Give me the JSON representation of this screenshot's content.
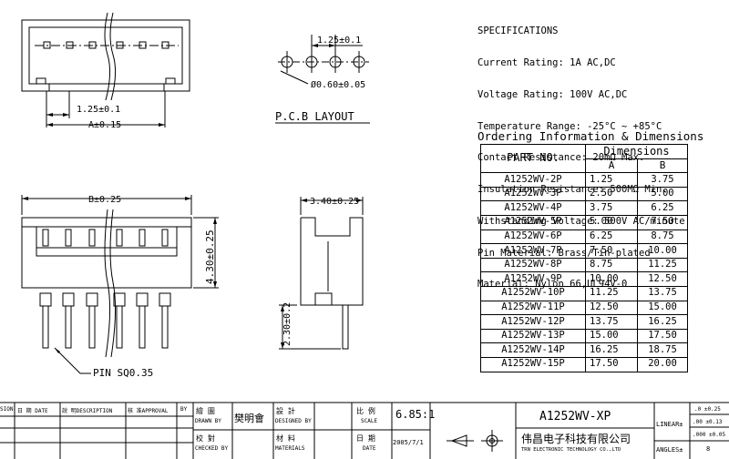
{
  "specifications": {
    "title": "SPECIFICATIONS",
    "lines": [
      "Current Rating: 1A AC,DC",
      "Voltage Rating: 100V AC,DC",
      "Temperature Range: -25°C ~ +85°C",
      "Contact Resistance: 20mΩ Max.",
      "Insulation Resistance: 500MΩ Min.",
      "Withstanding Voltage: 500V AC/minute",
      "Pin Material: Brass/Tin-plated",
      "Material: Nylon 66,UL94V-0"
    ]
  },
  "ordering": {
    "title": "Ordering Information & Dimensions",
    "col_part": "PART NO.",
    "col_dims": "Dimensions",
    "col_a": "A",
    "col_b": "B",
    "rows": [
      {
        "part": "A1252WV-2P",
        "a": "1.25",
        "b": "3.75"
      },
      {
        "part": "A1252WV-3P",
        "a": "2.50",
        "b": "5.00"
      },
      {
        "part": "A1252WV-4P",
        "a": "3.75",
        "b": "6.25"
      },
      {
        "part": "A1252WV-5P",
        "a": "5.00",
        "b": "7.50"
      },
      {
        "part": "A1252WV-6P",
        "a": "6.25",
        "b": "8.75"
      },
      {
        "part": "A1252WV-7P",
        "a": "7.50",
        "b": "10.00"
      },
      {
        "part": "A1252WV-8P",
        "a": "8.75",
        "b": "11.25"
      },
      {
        "part": "A1252WV-9P",
        "a": "10.00",
        "b": "12.50"
      },
      {
        "part": "A1252WV-10P",
        "a": "11.25",
        "b": "13.75"
      },
      {
        "part": "A1252WV-11P",
        "a": "12.50",
        "b": "15.00"
      },
      {
        "part": "A1252WV-12P",
        "a": "13.75",
        "b": "16.25"
      },
      {
        "part": "A1252WV-13P",
        "a": "15.00",
        "b": "17.50"
      },
      {
        "part": "A1252WV-14P",
        "a": "16.25",
        "b": "18.75"
      },
      {
        "part": "A1252WV-15P",
        "a": "17.50",
        "b": "20.00"
      }
    ]
  },
  "drawing": {
    "pitch_top": "1.25±0.1",
    "a_dim": "A±0.15",
    "pitch_pcb": "1.25±0.1",
    "hole_dia": "Ø0.60±0.05",
    "pcb_layout": "P.C.B LAYOUT",
    "b_dim": "B±0.25",
    "height_dim": "4.30±0.25",
    "width_dim": "3.40±0.25",
    "pin_len_dim": "2.30±0.2",
    "pin_label": "PIN SQ0.35"
  },
  "title_block": {
    "rev_header": "SION",
    "date_header": "日 期 DATE",
    "desc_header": "說 明DESCRIPTION",
    "approval_header": "核 准APPROVAL",
    "by_header": "BY",
    "drawn_zh": "繪 圖",
    "drawn_en": "DRAWN BY",
    "drawn_name": "樊明會",
    "designed_zh": "設 計",
    "designed_en": "DESIGNED BY",
    "checked_zh": "校 對",
    "checked_en": "CHECKED BY",
    "material_zh": "材 料",
    "material_en": "MATERIALS",
    "scale_zh": "比 例",
    "scale_en": "SCALE",
    "scale_value": "6.85:1",
    "date_zh": "日 期",
    "date_en": "DATE",
    "date_value": "2005/7/1",
    "part_name": "A1252WV-XP",
    "company_zh": "伟昌电子科技有限公司",
    "company_en": "TRN ELECTRONIC TECHNOLOGY CO.,LTD",
    "linear_label": "LINEAR±",
    "angles_label": "ANGLES±",
    "tol_1": ".0 ±0.25",
    "tol_2": ".00 ±0.13",
    "tol_3": ".000 ±0.05",
    "tol_4": "8"
  }
}
